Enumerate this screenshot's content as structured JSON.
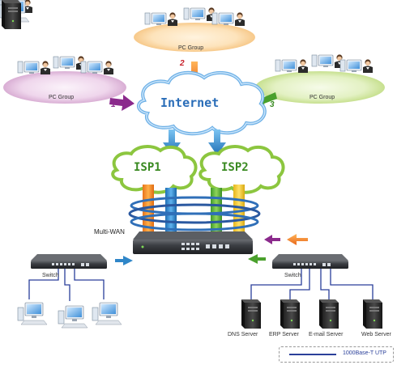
{
  "internet": {
    "label": "Internet"
  },
  "isps": [
    {
      "label": "ISP1"
    },
    {
      "label": "ISP2"
    }
  ],
  "pc_groups": [
    {
      "label": "PC Group",
      "number": "2"
    },
    {
      "label": "PC Group",
      "number": "1"
    },
    {
      "label": "PC Group",
      "number": "3"
    }
  ],
  "router": {
    "label": "Multi-WAN"
  },
  "switches": [
    {
      "label": "Switch"
    },
    {
      "label": "Switch"
    }
  ],
  "servers": [
    {
      "label": "DNS Server"
    },
    {
      "label": "ERP Server"
    },
    {
      "label": "E-mail Server"
    },
    {
      "label": "Web Server"
    }
  ],
  "legend": {
    "label": "1000Base-T UTP"
  },
  "colors": {
    "arrow_purple": "#8b2a8c",
    "arrow_orange": "#f07a1c",
    "arrow_green": "#4aa02c",
    "arrow_blue": "#2f86c8",
    "cable": "#2a3f9a"
  }
}
